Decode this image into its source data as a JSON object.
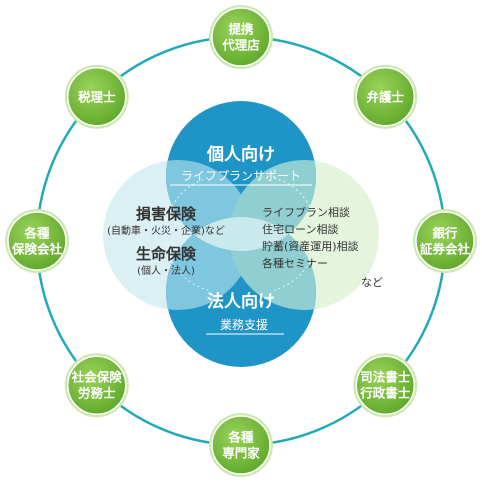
{
  "partners": [
    {
      "lines": [
        "提携",
        "代理店"
      ]
    },
    {
      "lines": [
        "弁護士"
      ]
    },
    {
      "lines": [
        "銀行",
        "証券会社"
      ]
    },
    {
      "lines": [
        "司法書士",
        "行政書士"
      ]
    },
    {
      "lines": [
        "各種",
        "専門家"
      ]
    },
    {
      "lines": [
        "社会保険",
        "労務士"
      ]
    },
    {
      "lines": [
        "各種",
        "保険会社"
      ]
    },
    {
      "lines": [
        "税理士"
      ]
    }
  ],
  "personal": {
    "title": "個人向け",
    "subtitle": "ライフプランサポート"
  },
  "corporate": {
    "title": "法人向け",
    "subtitle": "業務支援"
  },
  "left_circle": {
    "title1": "損害保険",
    "detail1": "(自動車・火災・企業)など",
    "title2": "生命保険",
    "detail2": "(個人・法人)"
  },
  "right_circle": {
    "items": [
      "ライフプラン相談",
      "住宅ローン相談",
      "貯蓄(資産運用)相談",
      "各種セミナー"
    ],
    "etc": "など"
  },
  "colors": {
    "ring": "#22aab8",
    "blue": "#1f95c7",
    "blue_light": "#d6eef6",
    "green_light": "#e3f3db",
    "mint_overlap": "#c4e6df",
    "node_green": "#79bc3c",
    "node_ring": "#cde8b4"
  }
}
